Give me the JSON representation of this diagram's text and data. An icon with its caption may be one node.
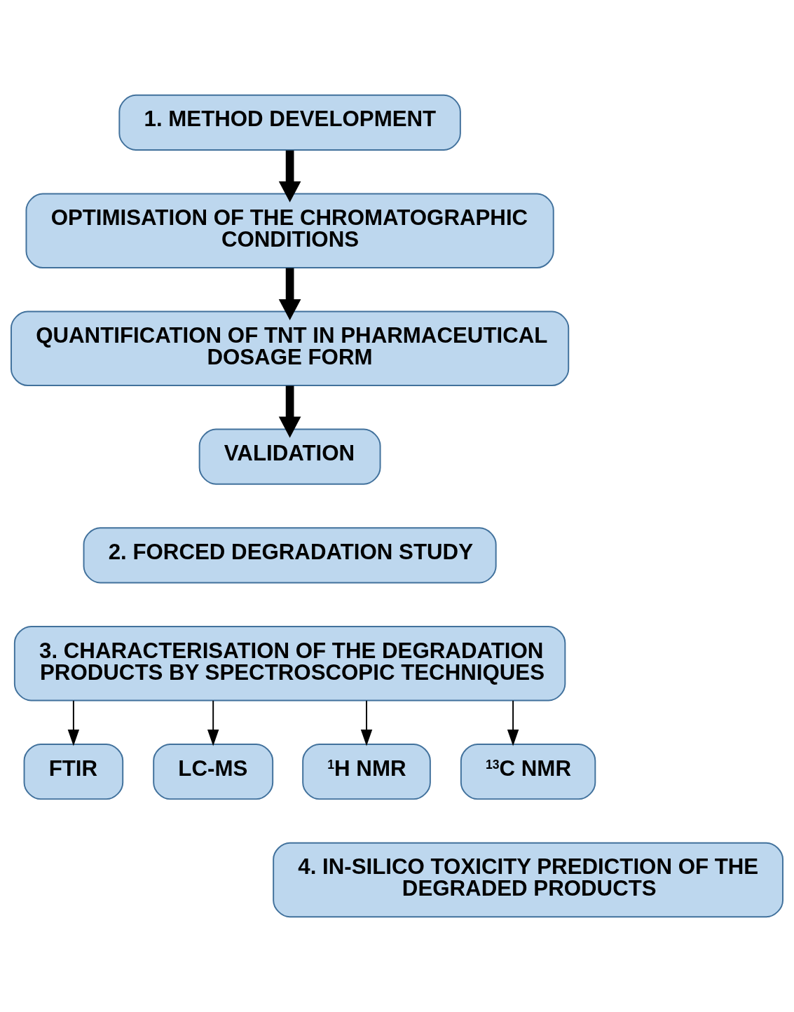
{
  "diagram": {
    "nodes": [
      {
        "text": [
          "1. METHOD DEVELOPMENT"
        ]
      },
      {
        "text": [
          "OPTIMISATION OF THE CHROMATOGRAPHIC CONDITIONS"
        ]
      },
      {
        "text": [
          "QUANTIFICATION OF TNT IN PHARMACEUTICAL DOSAGE FORM"
        ]
      },
      {
        "text": [
          "VALIDATION"
        ]
      },
      {
        "text": [
          "2. FORCED DEGRADATION STUDY"
        ]
      },
      {
        "text": [
          "3. CHARACTERISATION OF THE DEGRADATION PRODUCTS BY SPECTROSCOPIC TECHNIQUES"
        ]
      },
      {
        "text": [
          "FTIR"
        ]
      },
      {
        "text": [
          "LC-MS"
        ]
      },
      {
        "text": [
          "$^{1}$H NMR"
        ]
      },
      {
        "text": [
          "$^{13}$C NMR"
        ]
      },
      {
        "text": [
          "4. IN-SILICO TOXICITY PREDICTION OF THE DEGRADED PRODUCTS"
        ]
      }
    ],
    "edges": [
      {
        "from": 0,
        "to": 1,
        "arrow": "to",
        "style": "thick"
      },
      {
        "from": 1,
        "to": 2,
        "arrow": "to",
        "style": "thick"
      },
      {
        "from": 2,
        "to": 3,
        "arrow": "to",
        "style": "thick"
      },
      {
        "from": 5,
        "to": 6,
        "arrow": "to"
      },
      {
        "from": 5,
        "to": 7,
        "arrow": "to"
      },
      {
        "from": 5,
        "to": 8,
        "arrow": "to"
      },
      {
        "from": 5,
        "to": 9,
        "arrow": "to"
      }
    ]
  }
}
